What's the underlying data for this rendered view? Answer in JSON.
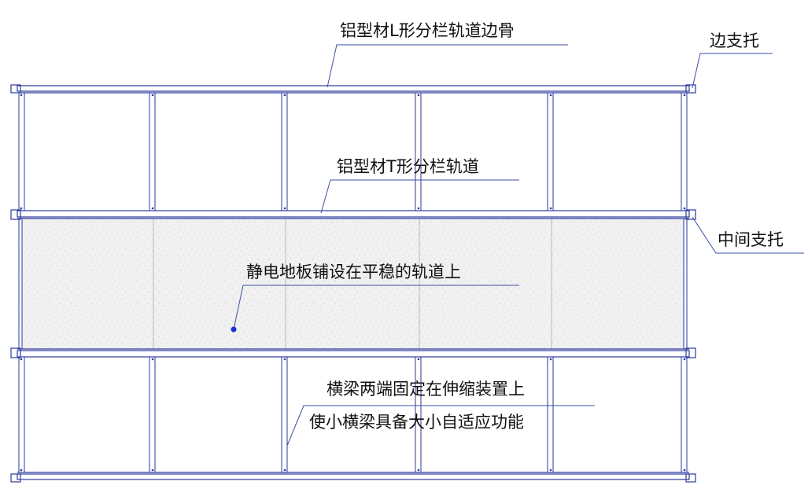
{
  "labels": {
    "edge_rail": "铝型材L形分栏轨道边骨",
    "edge_support": "边支托",
    "t_rail": "铝型材T形分栏轨道",
    "middle_support": "中间支托",
    "floor": "静电地板铺设在平稳的轨道上",
    "beam_line1": "横梁两端固定在伸缩装置上",
    "beam_line2": "使小横梁具备大小自适应功能"
  },
  "colors": {
    "frame": "#2b3a9c",
    "leader": "#3a4fa8",
    "panel_fill": "#f2f2f2",
    "dot": "#1a2fd8"
  }
}
